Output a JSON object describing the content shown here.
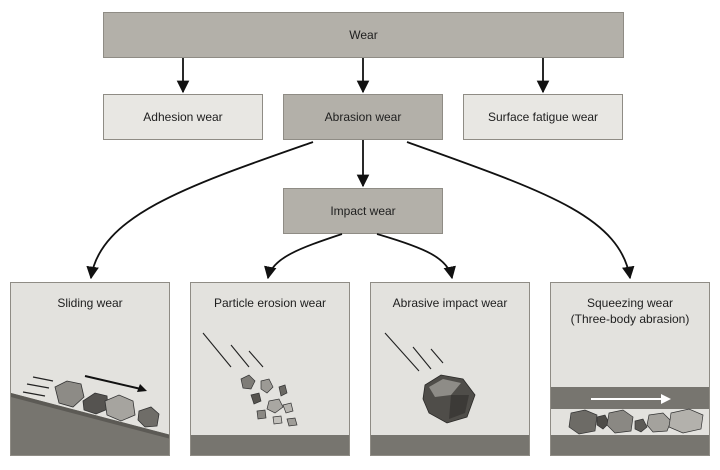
{
  "root": {
    "label": "Wear"
  },
  "level1": [
    {
      "label": "Adhesion wear"
    },
    {
      "label": "Abrasion wear"
    },
    {
      "label": "Surface fatigue wear"
    }
  ],
  "impact": {
    "label": "Impact wear"
  },
  "panels": [
    {
      "title": "Sliding wear"
    },
    {
      "title": "Particle erosion wear"
    },
    {
      "title": "Abrasive impact wear"
    },
    {
      "title": "Squeezing wear\n(Three-body abrasion)"
    }
  ],
  "colors": {
    "dark_box": "#b3b0a9",
    "light_box": "#e8e7e3",
    "panel_bg": "#e3e2de",
    "arrow": "#111111"
  }
}
